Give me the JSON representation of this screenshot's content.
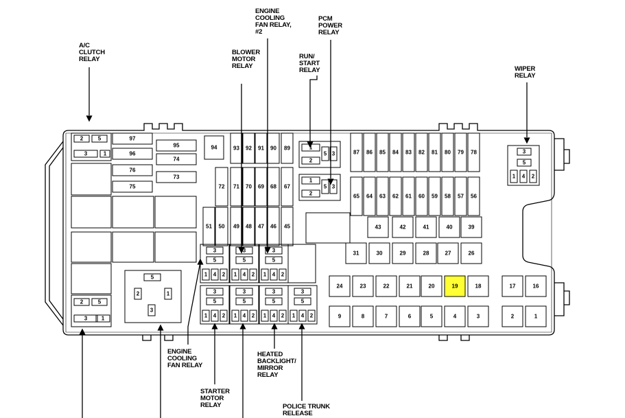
{
  "callouts": {
    "ac_clutch_relay": "A/C\nCLUTCH\nRELAY",
    "engine_cooling_fan_relay_2": "ENGINE\nCOOLING\nFAN RELAY,\n#2",
    "pcm_power_relay": "PCM\nPOWER\nRELAY",
    "blower_motor_relay": "BLOWER\nMOTOR\nRELAY",
    "run_start_relay": "RUN/\nSTART\nRELAY",
    "wiper_relay": "WIPER\nRELAY",
    "engine_cooling_fan_relay": "ENGINE\nCOOLING\nFAN RELAY",
    "heated_backlight_mirror_relay": "HEATED\nBACKLIGHT/\nMIRROR\nRELAY",
    "starter_motor_relay": "STARTER\nMOTOR\nRELAY",
    "police_trunk_release": "POLICE TRUNK\nRELEASE"
  },
  "fuses": {
    "f97": "97",
    "f96": "96",
    "f76": "76",
    "f75": "75",
    "f95": "95",
    "f74": "74",
    "f73": "73",
    "f94": "94",
    "f93": "93",
    "f92": "92",
    "f91": "91",
    "f90": "90",
    "f89": "89",
    "f72": "72",
    "f71": "71",
    "f70": "70",
    "f69": "69",
    "f68": "68",
    "f67": "67",
    "f51": "51",
    "f50": "50",
    "f49": "49",
    "f48": "48",
    "f47": "47",
    "f46": "46",
    "f45": "45",
    "f87": "87",
    "f86": "86",
    "f85": "85",
    "f84": "84",
    "f83": "83",
    "f82": "82",
    "f81": "81",
    "f80": "80",
    "f79": "79",
    "f78": "78",
    "f65": "65",
    "f64": "64",
    "f63": "63",
    "f62": "62",
    "f61": "61",
    "f60": "60",
    "f59": "59",
    "f58": "58",
    "f57": "57",
    "f56": "56",
    "f43": "43",
    "f42": "42",
    "f41": "41",
    "f40": "40",
    "f39": "39",
    "f31": "31",
    "f30": "30",
    "f29": "29",
    "f28": "28",
    "f27": "27",
    "f26": "26",
    "f24": "24",
    "f23": "23",
    "f22": "22",
    "f21": "21",
    "f20": "20",
    "f19": "19",
    "f18": "18",
    "f17": "17",
    "f16": "16",
    "f9": "9",
    "f8": "8",
    "f7": "7",
    "f6": "6",
    "f5": "5",
    "f4": "4",
    "f3": "3",
    "f2": "2",
    "f1": "1"
  },
  "relay_pins": {
    "p1": "1",
    "p2": "2",
    "p3": "3",
    "p4": "4",
    "p5": "5"
  },
  "highlight_color": "#ffff33"
}
